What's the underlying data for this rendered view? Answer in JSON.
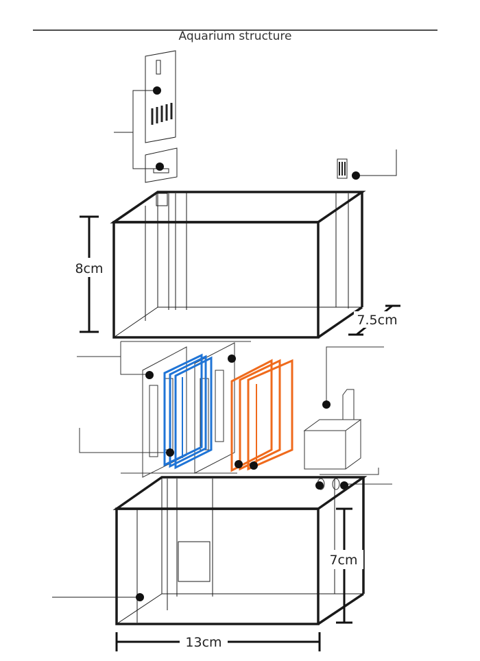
{
  "title": "Aquarium structure",
  "dimensions": {
    "upper_height": "8cm",
    "depth": "7.5cm",
    "lower_height": "7cm",
    "width": "13cm"
  },
  "colors": {
    "outline": "#1a1a1a",
    "blue_filter": "#1f74d6",
    "orange_filter": "#ef6a1c",
    "leader": "#222222"
  }
}
